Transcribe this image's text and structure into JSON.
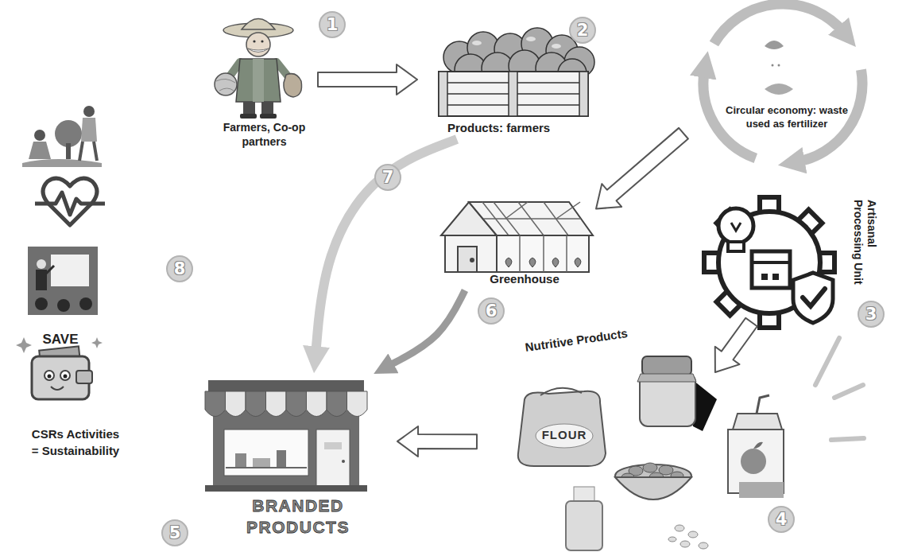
{
  "diagram": {
    "nodes": [
      {
        "text": [
          "Farmers, Co-op partners"
        ]
      },
      {
        "text": [
          "Products: farmers"
        ]
      },
      {
        "text": [
          "Circular economy: waste used as fertilizer"
        ]
      },
      {
        "text": [
          "Artisanal Processing Unit"
        ]
      },
      {
        "text": [
          "Greenhouse"
        ]
      },
      {
        "text": [
          "Nutritive Products"
        ]
      },
      {
        "text": [
          "BRANDED PRODUCTS"
        ]
      },
      {
        "text": [
          "CSRs Activities = Sustainability"
        ]
      }
    ],
    "edges": [
      {
        "from": 0,
        "to": 1,
        "arrow": "to"
      },
      {
        "from": 2,
        "to": 4,
        "arrow": "to"
      },
      {
        "from": 3,
        "to": 5,
        "arrow": "to"
      },
      {
        "from": 5,
        "to": 6,
        "arrow": "to"
      },
      {
        "from": 1,
        "to": 6,
        "arrow": "to"
      },
      {
        "from": 4,
        "to": 6,
        "arrow": "to"
      }
    ],
    "labels": [
      "1",
      "2",
      "3",
      "4",
      "5",
      "6",
      "7",
      "8",
      "FLOUR",
      "SAVE"
    ]
  }
}
